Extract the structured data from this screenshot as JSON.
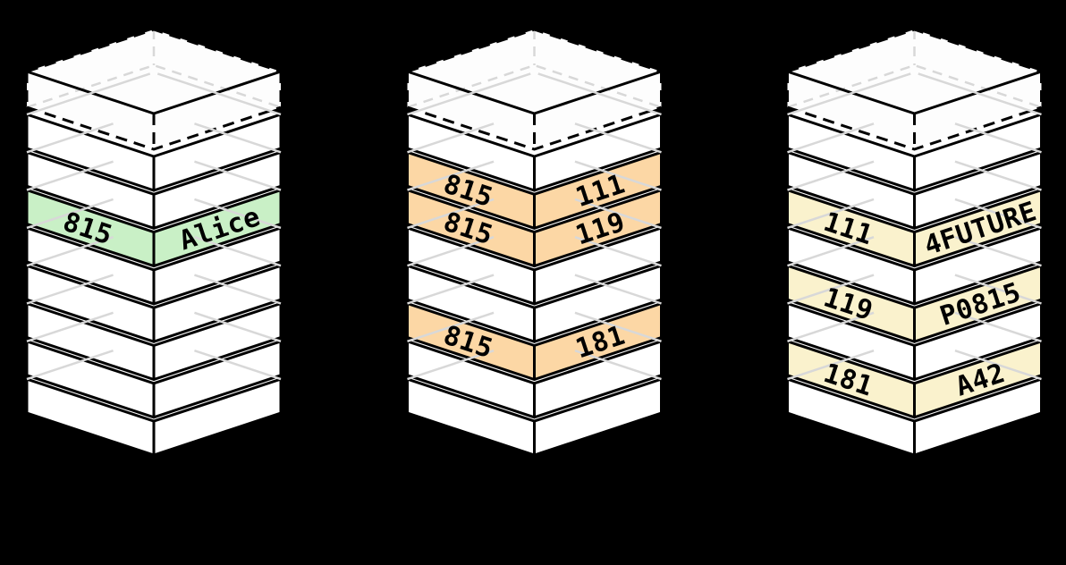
{
  "diagram": {
    "description": "Three isometric stacks of pages; highlighted layers carry key/value labels",
    "background": "#000000",
    "palette": {
      "page_fill": "#ffffff",
      "ghost_fill": "#fdfdfd",
      "edge": "#000000",
      "hidden_edge": "#d8d8d8",
      "text": "#000000",
      "green": "#c9f0c6",
      "orange": "#fcd7a5",
      "yellow": "#faf2cd"
    },
    "stacks": [
      {
        "id": "left-stack",
        "layers": [
          {
            "kind": "ghost"
          },
          {
            "kind": "page",
            "color": "page_fill"
          },
          {
            "kind": "page",
            "color": "page_fill"
          },
          {
            "kind": "page",
            "color": "green",
            "left_label": "815",
            "right_label": "Alice"
          },
          {
            "kind": "page",
            "color": "page_fill"
          },
          {
            "kind": "page",
            "color": "page_fill"
          },
          {
            "kind": "page",
            "color": "page_fill"
          },
          {
            "kind": "page",
            "color": "page_fill"
          },
          {
            "kind": "page",
            "color": "page_fill"
          }
        ]
      },
      {
        "id": "middle-stack",
        "layers": [
          {
            "kind": "ghost"
          },
          {
            "kind": "page",
            "color": "page_fill"
          },
          {
            "kind": "page",
            "color": "orange",
            "left_label": "815",
            "right_label": "111"
          },
          {
            "kind": "page",
            "color": "orange",
            "left_label": "815",
            "right_label": "119"
          },
          {
            "kind": "page",
            "color": "page_fill"
          },
          {
            "kind": "page",
            "color": "page_fill"
          },
          {
            "kind": "page",
            "color": "orange",
            "left_label": "815",
            "right_label": "181"
          },
          {
            "kind": "page",
            "color": "page_fill"
          },
          {
            "kind": "page",
            "color": "page_fill"
          }
        ]
      },
      {
        "id": "right-stack",
        "layers": [
          {
            "kind": "ghost"
          },
          {
            "kind": "page",
            "color": "page_fill"
          },
          {
            "kind": "page",
            "color": "page_fill"
          },
          {
            "kind": "page",
            "color": "yellow",
            "left_label": "111",
            "right_label": "4FUTURE"
          },
          {
            "kind": "page",
            "color": "page_fill"
          },
          {
            "kind": "page",
            "color": "yellow",
            "left_label": "119",
            "right_label": "P0815"
          },
          {
            "kind": "page",
            "color": "page_fill"
          },
          {
            "kind": "page",
            "color": "yellow",
            "left_label": "181",
            "right_label": "A42"
          },
          {
            "kind": "page",
            "color": "page_fill"
          }
        ]
      }
    ]
  }
}
